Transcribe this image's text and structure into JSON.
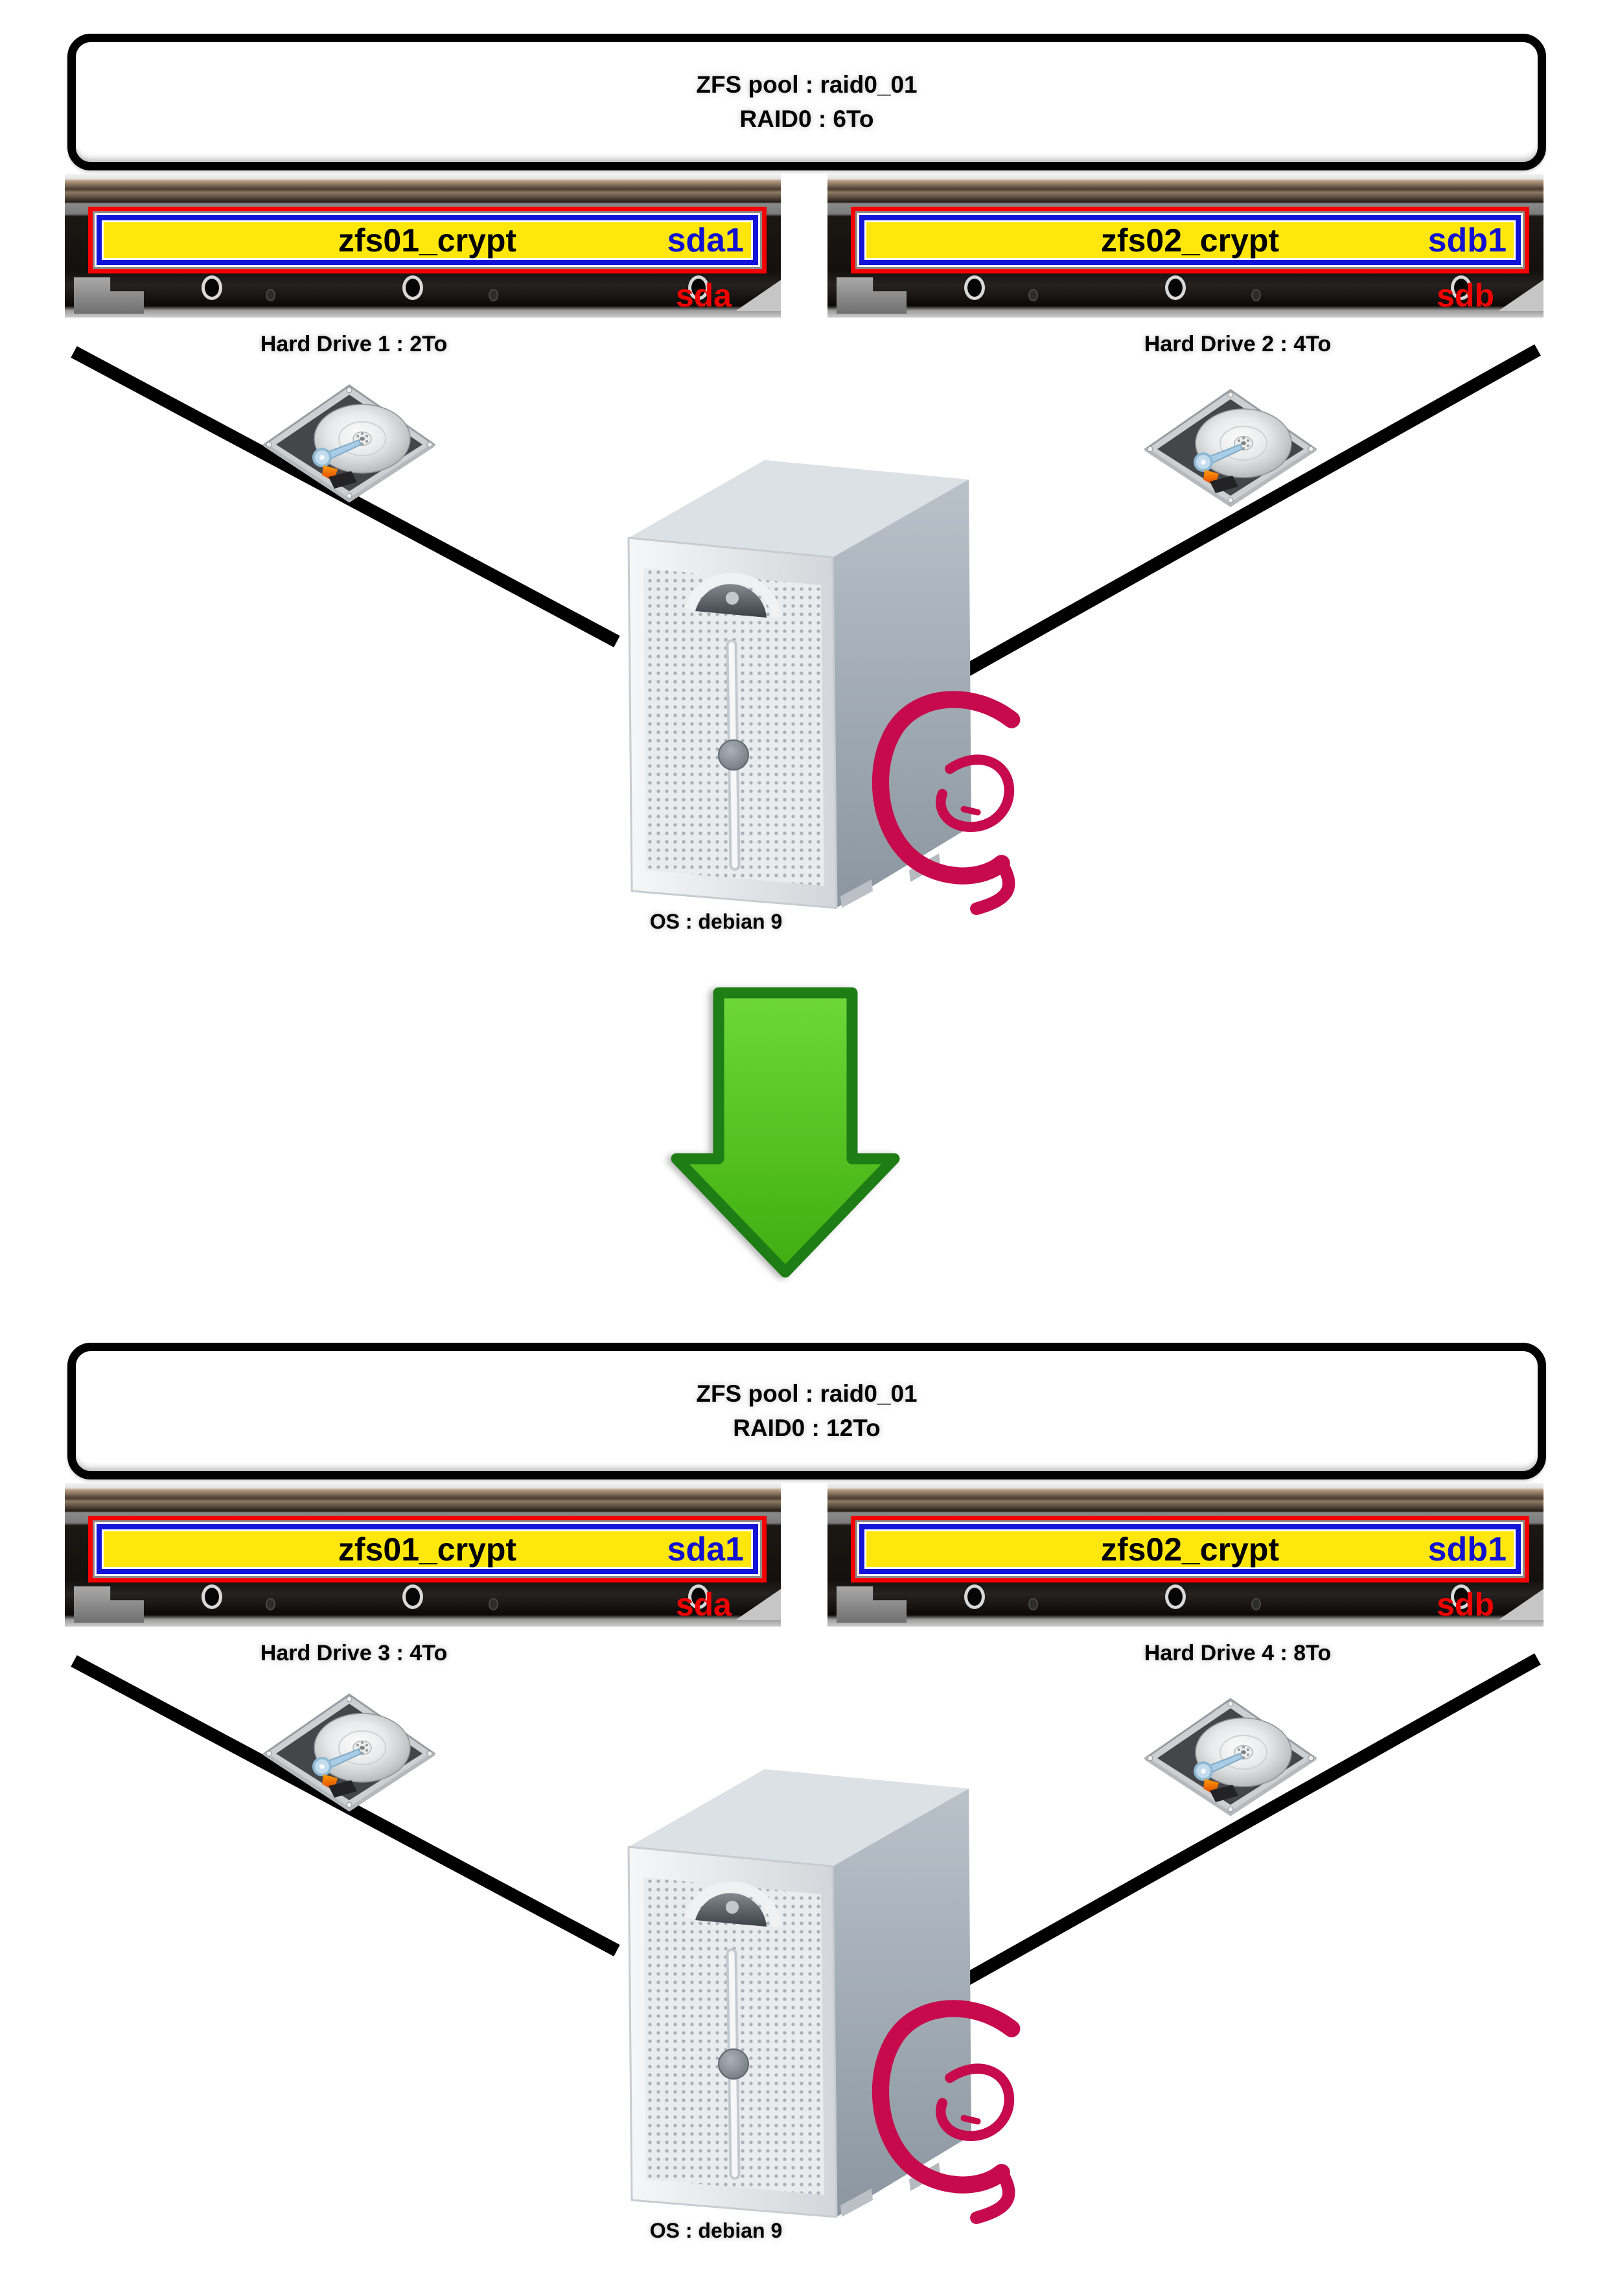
{
  "colors": {
    "partition_fill_yellow": "#ffe70d",
    "partition_border_blue": "#1414d8",
    "overlay_border_red": "#f40000",
    "partition_device_text_blue": "#1111cf",
    "device_text_red": "#f10000",
    "arrow_green_fill": "#58c226",
    "arrow_green_border": "#1e7d15",
    "debian_red": "#c60a4b",
    "connector_line_black": "#000000"
  },
  "icons": {
    "hdd_open": "hdd-open-icon",
    "server_tower": "server-tower-icon",
    "debian_swirl": "debian-swirl-icon",
    "down_arrow": "green-down-arrow-icon"
  },
  "before": {
    "pool_title": "ZFS pool : raid0_01",
    "pool_subtitle": "RAID0 : 6To",
    "drives": [
      {
        "partition": "zfs01_crypt",
        "partition_device": "sda1",
        "device": "sda",
        "caption": "Hard Drive 1 : 2To"
      },
      {
        "partition": "zfs02_crypt",
        "partition_device": "sdb1",
        "device": "sdb",
        "caption": "Hard Drive 2 : 4To"
      }
    ],
    "os_label": "OS : debian 9"
  },
  "after": {
    "pool_title": "ZFS pool : raid0_01",
    "pool_subtitle": "RAID0 : 12To",
    "drives": [
      {
        "partition": "zfs01_crypt",
        "partition_device": "sda1",
        "device": "sda",
        "caption": "Hard Drive 3 : 4To"
      },
      {
        "partition": "zfs02_crypt",
        "partition_device": "sdb1",
        "device": "sdb",
        "caption": "Hard Drive 4 : 8To"
      }
    ],
    "os_label": "OS : debian 9"
  }
}
